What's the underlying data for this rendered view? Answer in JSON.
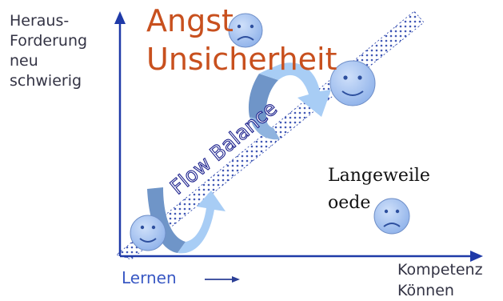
{
  "y_axis": {
    "lines": [
      "Heraus-",
      "Forderung",
      "neu",
      "schwierig"
    ]
  },
  "x_axis": {
    "lines": [
      "Kompetenz",
      "Können"
    ]
  },
  "zones": {
    "anxiety": [
      "Angst",
      "Unsicherheit"
    ],
    "boredom": [
      "Langeweile",
      "oede"
    ],
    "flow": "Flow Balance"
  },
  "learning": "Lernen",
  "colors": {
    "axis": "#1f3aa8",
    "anxiety_text": "#c8501e",
    "flow_band": "#1f3aa8",
    "flow_text": "#1a1f8c",
    "face_fill": "#a9c5f2",
    "arrow_dark": "#6f95c8",
    "arrow_light": "#a8cdf5",
    "lernen": "#3a59c4"
  },
  "icons": {
    "faces": [
      "sad-face-icon",
      "happy-face-icon",
      "happy-face-icon",
      "sad-face-icon"
    ],
    "arrows": [
      "curved-arrow-icon",
      "curved-arrow-icon",
      "right-arrow-icon"
    ]
  }
}
